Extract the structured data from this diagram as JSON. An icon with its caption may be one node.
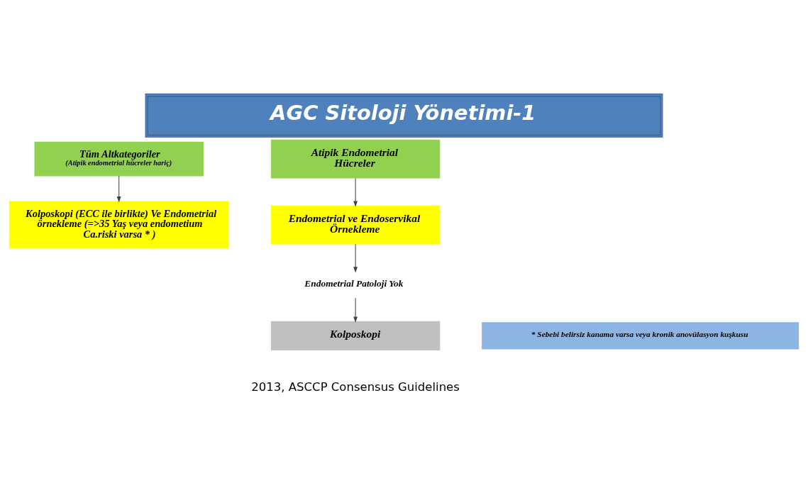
{
  "diagram": {
    "title": "AGC Sitoloji Yönetimi-1",
    "nodes": [
      {
        "text": [
          "Tüm Altkategoriler",
          "(Atipik endometrial hücreler hariç)"
        ]
      },
      {
        "text": [
          "Atipik Endometrial Hücreler"
        ]
      },
      {
        "text": [
          "Kolposkopi (ECC ile birlikte) Ve Endometrial örnekleme (=>35 Yaş veya endometium Ca.riski varsa * )"
        ]
      },
      {
        "text": [
          "Endometrial ve Endoservikal Örnekleme"
        ]
      },
      {
        "text": [
          "Endometrial Patoloji Yok"
        ]
      },
      {
        "text": [
          "Kolposkopi"
        ]
      },
      {
        "text": [
          "* Sebebi belirsiz kanama varsa veya kronik anovülasyon kuşkusu"
        ]
      }
    ],
    "edges": [
      {
        "from": 0,
        "to": 2,
        "arrow": "to"
      },
      {
        "from": 1,
        "to": 3,
        "arrow": "to"
      },
      {
        "from": 3,
        "to": 4,
        "arrow": "to"
      },
      {
        "from": 4,
        "to": 5,
        "arrow": "to"
      }
    ],
    "labels": [
      "2013, ASCCP Consensus Guidelines"
    ]
  }
}
